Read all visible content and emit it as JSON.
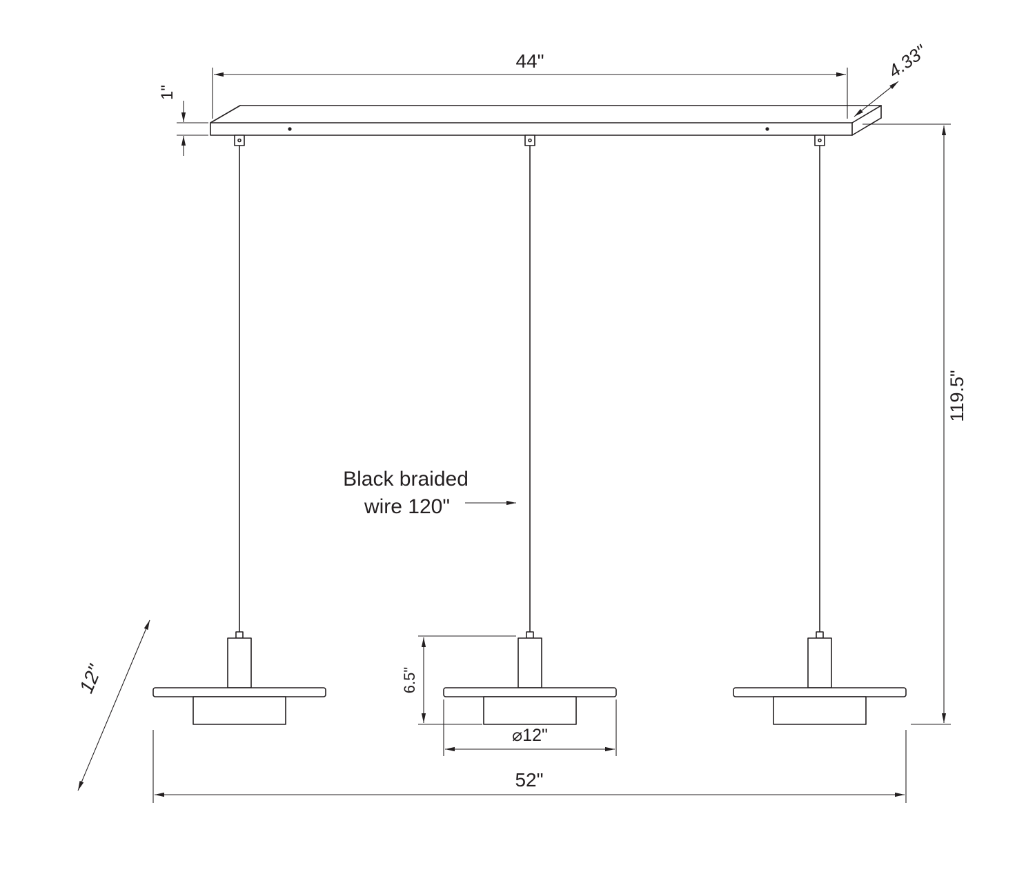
{
  "drawing": {
    "background_color": "#ffffff",
    "line_color": "#231f20",
    "dims": {
      "canopy_length": "44\"",
      "canopy_thickness": "1\"",
      "canopy_depth": "4.33\"",
      "overall_drop": "119.5\"",
      "pendant_height": "6.5\"",
      "pendant_diameter": "⌀12\"",
      "overall_length": "52\"",
      "fixture_depth": "12\""
    },
    "note": {
      "line1": "Black braided",
      "line2": "wire 120\""
    }
  }
}
